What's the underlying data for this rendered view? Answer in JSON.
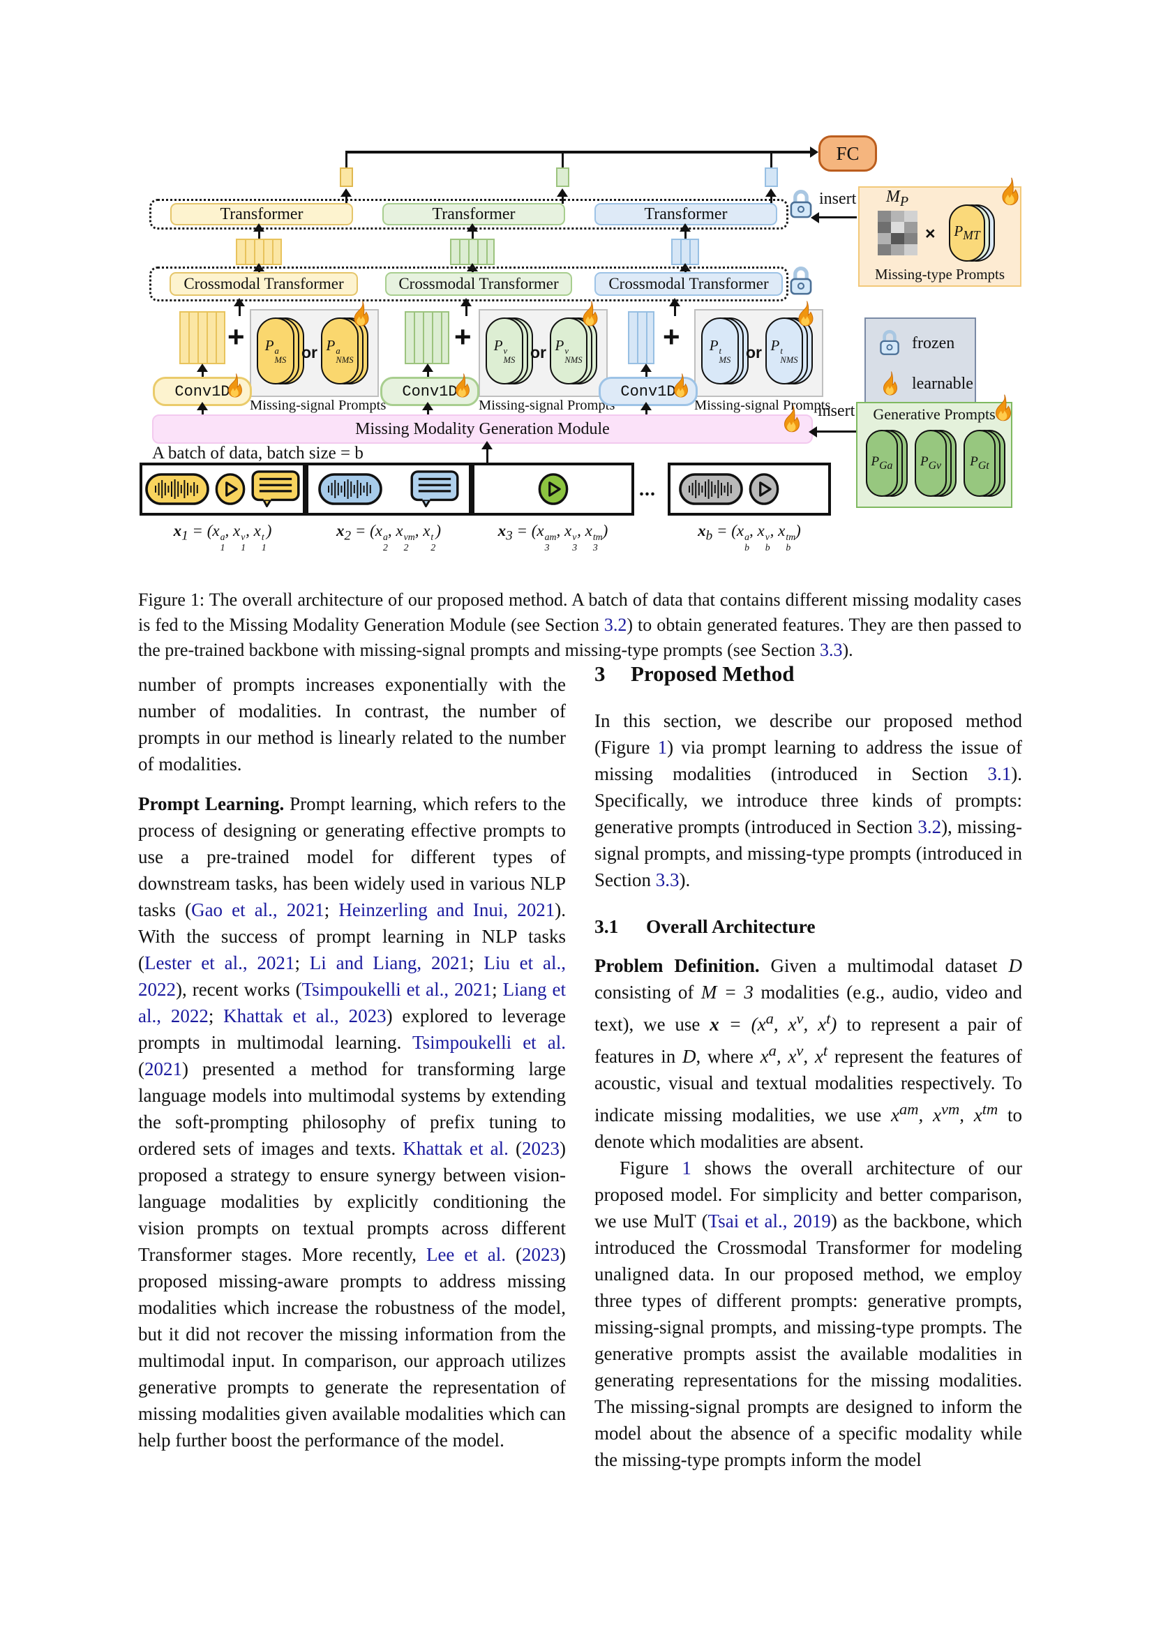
{
  "figure": {
    "fc_label": "FC",
    "insert_label": "insert",
    "transformer_label": "Transformer",
    "crossmodal_label": "Crossmodal Transformer",
    "conv_label": "Conv1D",
    "plus": "+",
    "or_label": "or",
    "missing_signal_caption": "Missing-signal Prompts",
    "module_label": "Missing Modality Generation Module",
    "batch_label": "A batch of data, batch size = b",
    "ellipsis": "...",
    "columns": [
      {
        "id": "audio",
        "ms": "P^{a}_{MS}",
        "nms": "P^{a}_{NMS}"
      },
      {
        "id": "video",
        "ms": "P^{v}_{MS}",
        "nms": "P^{v}_{NMS}"
      },
      {
        "id": "text",
        "ms": "P^{t}_{MS}",
        "nms": "P^{t}_{NMS}"
      }
    ],
    "missing_type": {
      "title": "Missing-type Prompts",
      "matrix_label": "M_{P}",
      "times": "×",
      "pill": "P_{MT}",
      "grid": [
        [
          "#8A8A8A",
          "#B5B5B5",
          "#D2D2D2"
        ],
        [
          "#6F6F6F",
          "#DDDDDD",
          "#9C9C9C"
        ],
        [
          "#B2B2B2",
          "#565656",
          "#828282"
        ],
        [
          "#7E7E7E",
          "#A8A8A8",
          "#CFCFCF"
        ]
      ]
    },
    "legend": {
      "frozen": "frozen",
      "learnable": "learnable"
    },
    "generative": {
      "title": "Generative Prompts",
      "pills": [
        "P_{Ga}",
        "P_{Gv}",
        "P_{Gt}"
      ]
    },
    "batch_math": [
      "**x**_{1} = (x_{1}^{a}, x_{1}^{v}, x_{1}^{t})",
      "**x**_{2} = (x_{2}^{a}, x_{2}^{vm}, x_{2}^{t})",
      "**x**_{3} = (x_{3}^{am}, x_{3}^{v}, x_{3}^{tm})",
      "**x**_{b} = (x_{b}^{a}, x_{b}^{v}, x_{b}^{tm})"
    ]
  },
  "caption": {
    "segments": [
      {
        "t": "Figure 1: The overall architecture of our proposed method. A batch of data that contains different missing modality cases is fed to the Missing Modality Generation Module (see Section "
      },
      {
        "t": "3.2",
        "s": "cite"
      },
      {
        "t": ") to obtain generated features. They are then passed to the pre-trained backbone with missing-signal prompts and missing-type prompts (see Section "
      },
      {
        "t": "3.3",
        "s": "cite"
      },
      {
        "t": ")."
      }
    ]
  },
  "left_column": {
    "paragraphs": [
      [
        {
          "t": "number of prompts increases exponentially with the number of modalities. In contrast, the number of prompts in our method is linearly related to the number of modalities."
        }
      ],
      [
        {
          "t": "Prompt Learning.",
          "s": "b"
        },
        {
          "t": " Prompt learning, which refers to the process of designing or generating effective prompts to use a pre-trained model for different types of downstream tasks, has been widely used in various NLP tasks ("
        },
        {
          "t": "Gao et al., 2021",
          "s": "cite"
        },
        {
          "t": "; "
        },
        {
          "t": "Heinzerling and Inui, 2021",
          "s": "cite"
        },
        {
          "t": "). With the success of prompt learning in NLP tasks ("
        },
        {
          "t": "Lester et al., 2021",
          "s": "cite"
        },
        {
          "t": "; "
        },
        {
          "t": "Li and Liang, 2021",
          "s": "cite"
        },
        {
          "t": "; "
        },
        {
          "t": "Liu et al., 2022",
          "s": "cite"
        },
        {
          "t": "), recent works ("
        },
        {
          "t": "Tsimpoukelli et al., 2021",
          "s": "cite"
        },
        {
          "t": "; "
        },
        {
          "t": "Liang et al., 2022",
          "s": "cite"
        },
        {
          "t": "; "
        },
        {
          "t": "Khattak et al., 2023",
          "s": "cite"
        },
        {
          "t": ") explored to leverage prompts in multimodal learning. "
        },
        {
          "t": "Tsimpoukelli et al.",
          "s": "cite"
        },
        {
          "t": " ("
        },
        {
          "t": "2021",
          "s": "cite"
        },
        {
          "t": ") presented a method for transforming large language models into multimodal systems by extending the soft-prompting philosophy of prefix tuning to ordered sets of images and texts. "
        },
        {
          "t": "Khattak et al.",
          "s": "cite"
        },
        {
          "t": " ("
        },
        {
          "t": "2023",
          "s": "cite"
        },
        {
          "t": ") proposed a strategy to ensure synergy between vision-language modalities by explicitly conditioning the vision prompts on textual prompts across different Transformer stages. More recently, "
        },
        {
          "t": "Lee et al.",
          "s": "cite"
        },
        {
          "t": " ("
        },
        {
          "t": "2023",
          "s": "cite"
        },
        {
          "t": ") proposed missing-aware prompts to address missing modalities which increase the robustness of the model, but it did not recover the missing information from the multimodal input. In comparison, our approach utilizes generative prompts to generate the representation of missing modalities given available modalities which can help further boost the performance of the model."
        }
      ]
    ]
  },
  "right_column": {
    "heading": {
      "number": "3",
      "title": "Proposed Method"
    },
    "paragraph1": [
      {
        "t": "In this section, we describe our proposed method (Figure "
      },
      {
        "t": "1",
        "s": "cite"
      },
      {
        "t": ") via prompt learning to address the issue of missing modalities (introduced in Section "
      },
      {
        "t": "3.1",
        "s": "cite"
      },
      {
        "t": "). Specifically, we introduce three kinds of prompts: generative prompts (introduced in Section "
      },
      {
        "t": "3.2",
        "s": "cite"
      },
      {
        "t": "), missing-signal prompts, and missing-type prompts (introduced in Section "
      },
      {
        "t": "3.3",
        "s": "cite"
      },
      {
        "t": ")."
      }
    ],
    "subheading": {
      "number": "3.1",
      "title": "Overall Architecture"
    },
    "paragraph2": [
      {
        "t": "Problem Definition.",
        "s": "b"
      },
      {
        "t": "  Given a multimodal dataset "
      },
      {
        "t": "D",
        "s": "m"
      },
      {
        "t": " consisting of "
      },
      {
        "t": "M = 3",
        "s": "m"
      },
      {
        "t": " modalities (e.g., audio, video and text), we use "
      },
      {
        "t": "**x** = (x^{a}, x^{v}, x^{t})",
        "s": "m"
      },
      {
        "t": " to represent a pair of features in "
      },
      {
        "t": "D",
        "s": "m"
      },
      {
        "t": ", where "
      },
      {
        "t": "x^{a}, x^{v}, x^{t}",
        "s": "m"
      },
      {
        "t": " represent the features of acoustic, visual and textual modalities respectively. To indicate missing modalities, we use "
      },
      {
        "t": "x^{am}, x^{vm}, x^{tm}",
        "s": "m"
      },
      {
        "t": " to denote which modalities are absent."
      }
    ],
    "paragraph3": [
      {
        "t": "Figure "
      },
      {
        "t": "1",
        "s": "cite"
      },
      {
        "t": " shows the overall architecture of our proposed model. For simplicity and better comparison, we use MulT ("
      },
      {
        "t": "Tsai et al., 2019",
        "s": "cite"
      },
      {
        "t": ") as the backbone, which introduced the Crossmodal Transformer for modeling unaligned data. In our proposed method, we employ three types of different prompts: generative prompts, missing-signal prompts, and missing-type prompts. The generative prompts assist the available modalities in generating representations for the missing modalities. The missing-signal prompts are designed to inform the model about the absence of a specific modality while the missing-type prompts inform the model"
      }
    ]
  },
  "palette": {
    "audio_fill": "#FDF3CF",
    "audio_border": "#E5C56A",
    "audio_strong": "#FAD76E",
    "video_fill": "#E7F2DF",
    "video_border": "#A8CE8F",
    "text_fill": "#DEEAF7",
    "text_border": "#9DC3E6",
    "fc_fill": "#F5B57E",
    "fc_border": "#BB5D1D",
    "module_fill": "#FBE2F9",
    "gray_panel": "#F2F2F2",
    "legend_fill": "#D8DEE7",
    "generative_fill": "#E4F1DB",
    "generative_pill": "#97C77F",
    "missing_type_fill": "#FDEBD2",
    "link_color": "#1B1B9E"
  }
}
